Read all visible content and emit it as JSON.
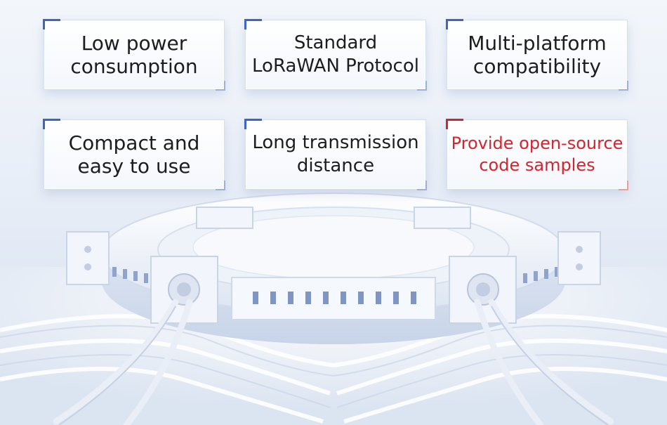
{
  "features": [
    {
      "label_line1": "Low power",
      "label_line2": "consumption"
    },
    {
      "label_line1": "Standard",
      "label_line2": "LoRaWAN Protocol"
    },
    {
      "label_line1": "Multi-platform",
      "label_line2": "compatibility"
    },
    {
      "label_line1": "Compact and",
      "label_line2": "easy to use"
    },
    {
      "label_line1": "Long transmission",
      "label_line2": "distance"
    },
    {
      "label_line1": "Provide open-source",
      "label_line2": "code samples"
    }
  ],
  "colors": {
    "accent_blue": "#3f63c7",
    "accent_red": "#d5242b",
    "text_dark": "#1d1d1f"
  }
}
